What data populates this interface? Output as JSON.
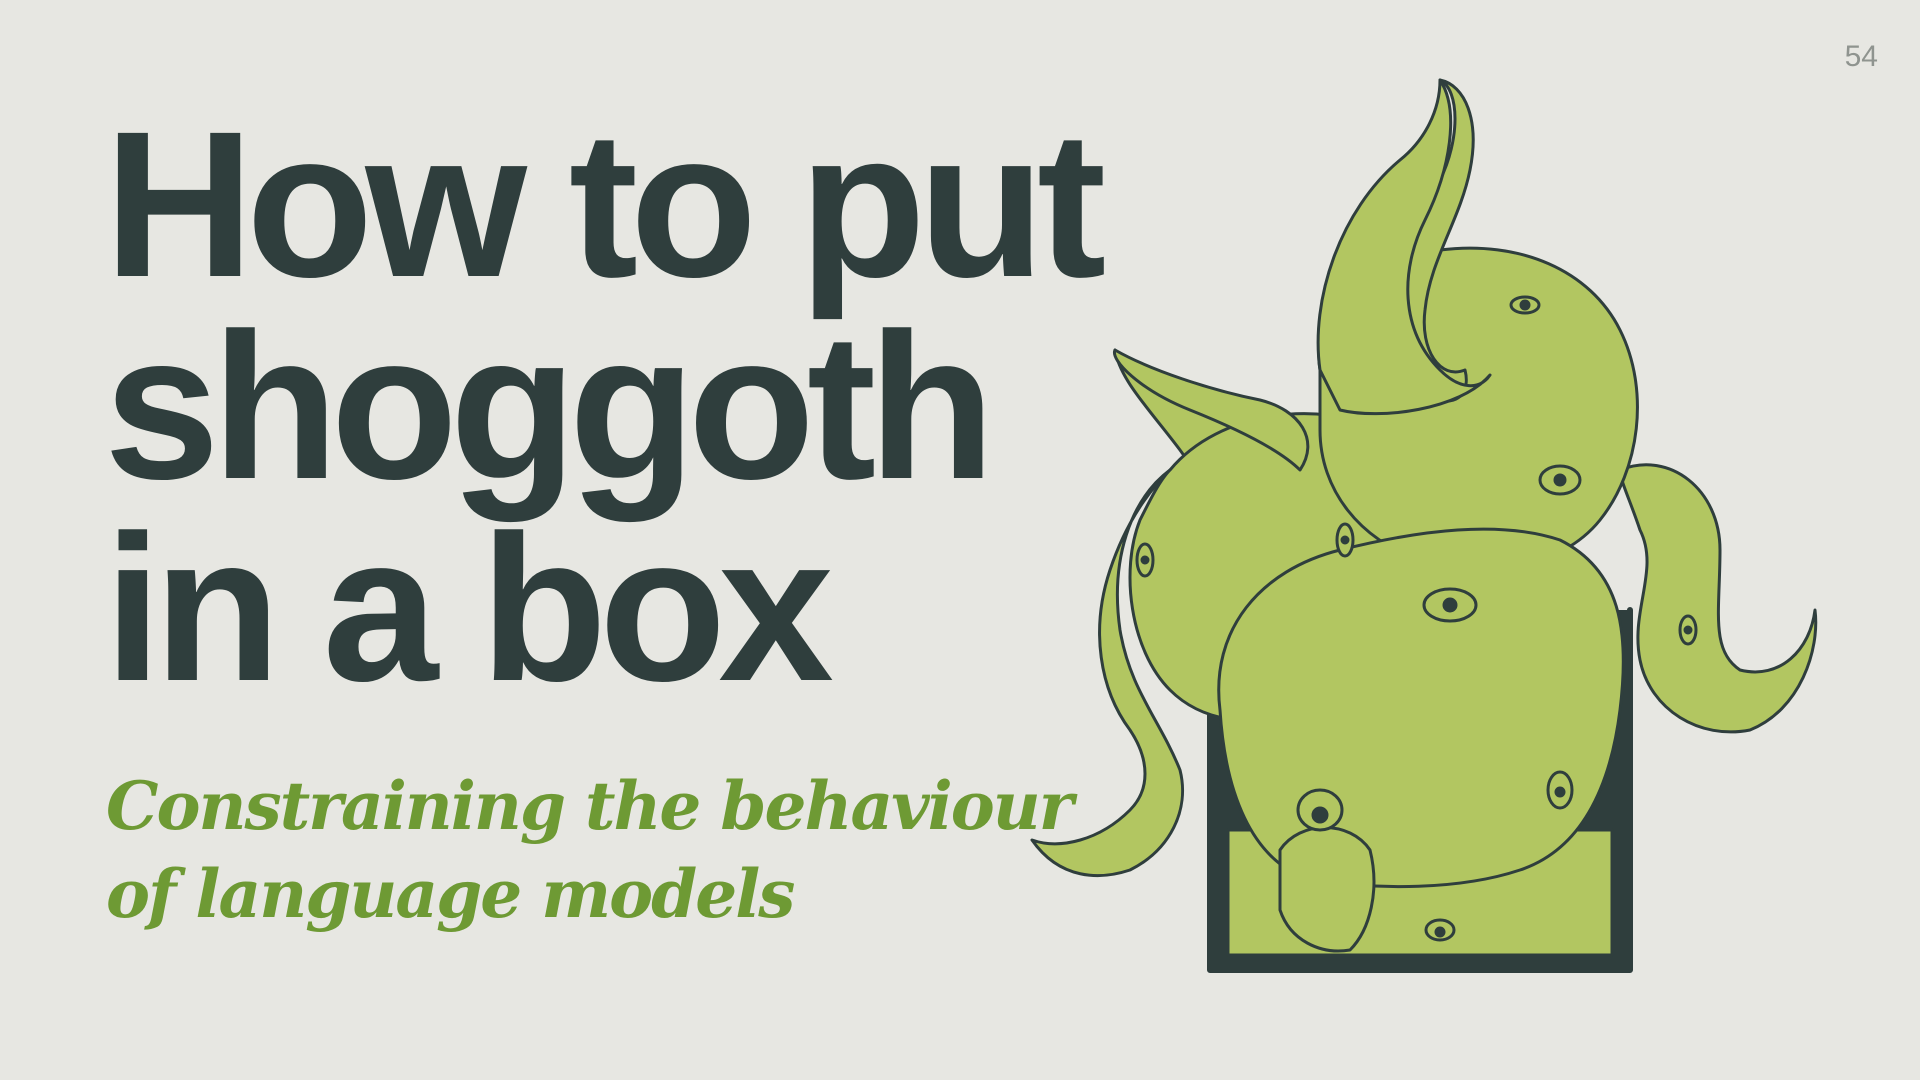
{
  "slide": {
    "page_number": "54",
    "title_lines": [
      "How to put",
      "shoggoth",
      "in a box"
    ],
    "subtitle_lines": [
      "Constraining the behaviour",
      "of language models"
    ]
  },
  "illustration": {
    "icon": "shoggoth-in-box-icon",
    "colors": {
      "creature_fill": "#b2c661",
      "outline": "#2f3e3d",
      "box": "#2f3e3d"
    }
  },
  "colors": {
    "background": "#e7e7e2",
    "title": "#2f3e3d",
    "subtitle": "#6e9a34",
    "page_number": "#8f948f"
  }
}
